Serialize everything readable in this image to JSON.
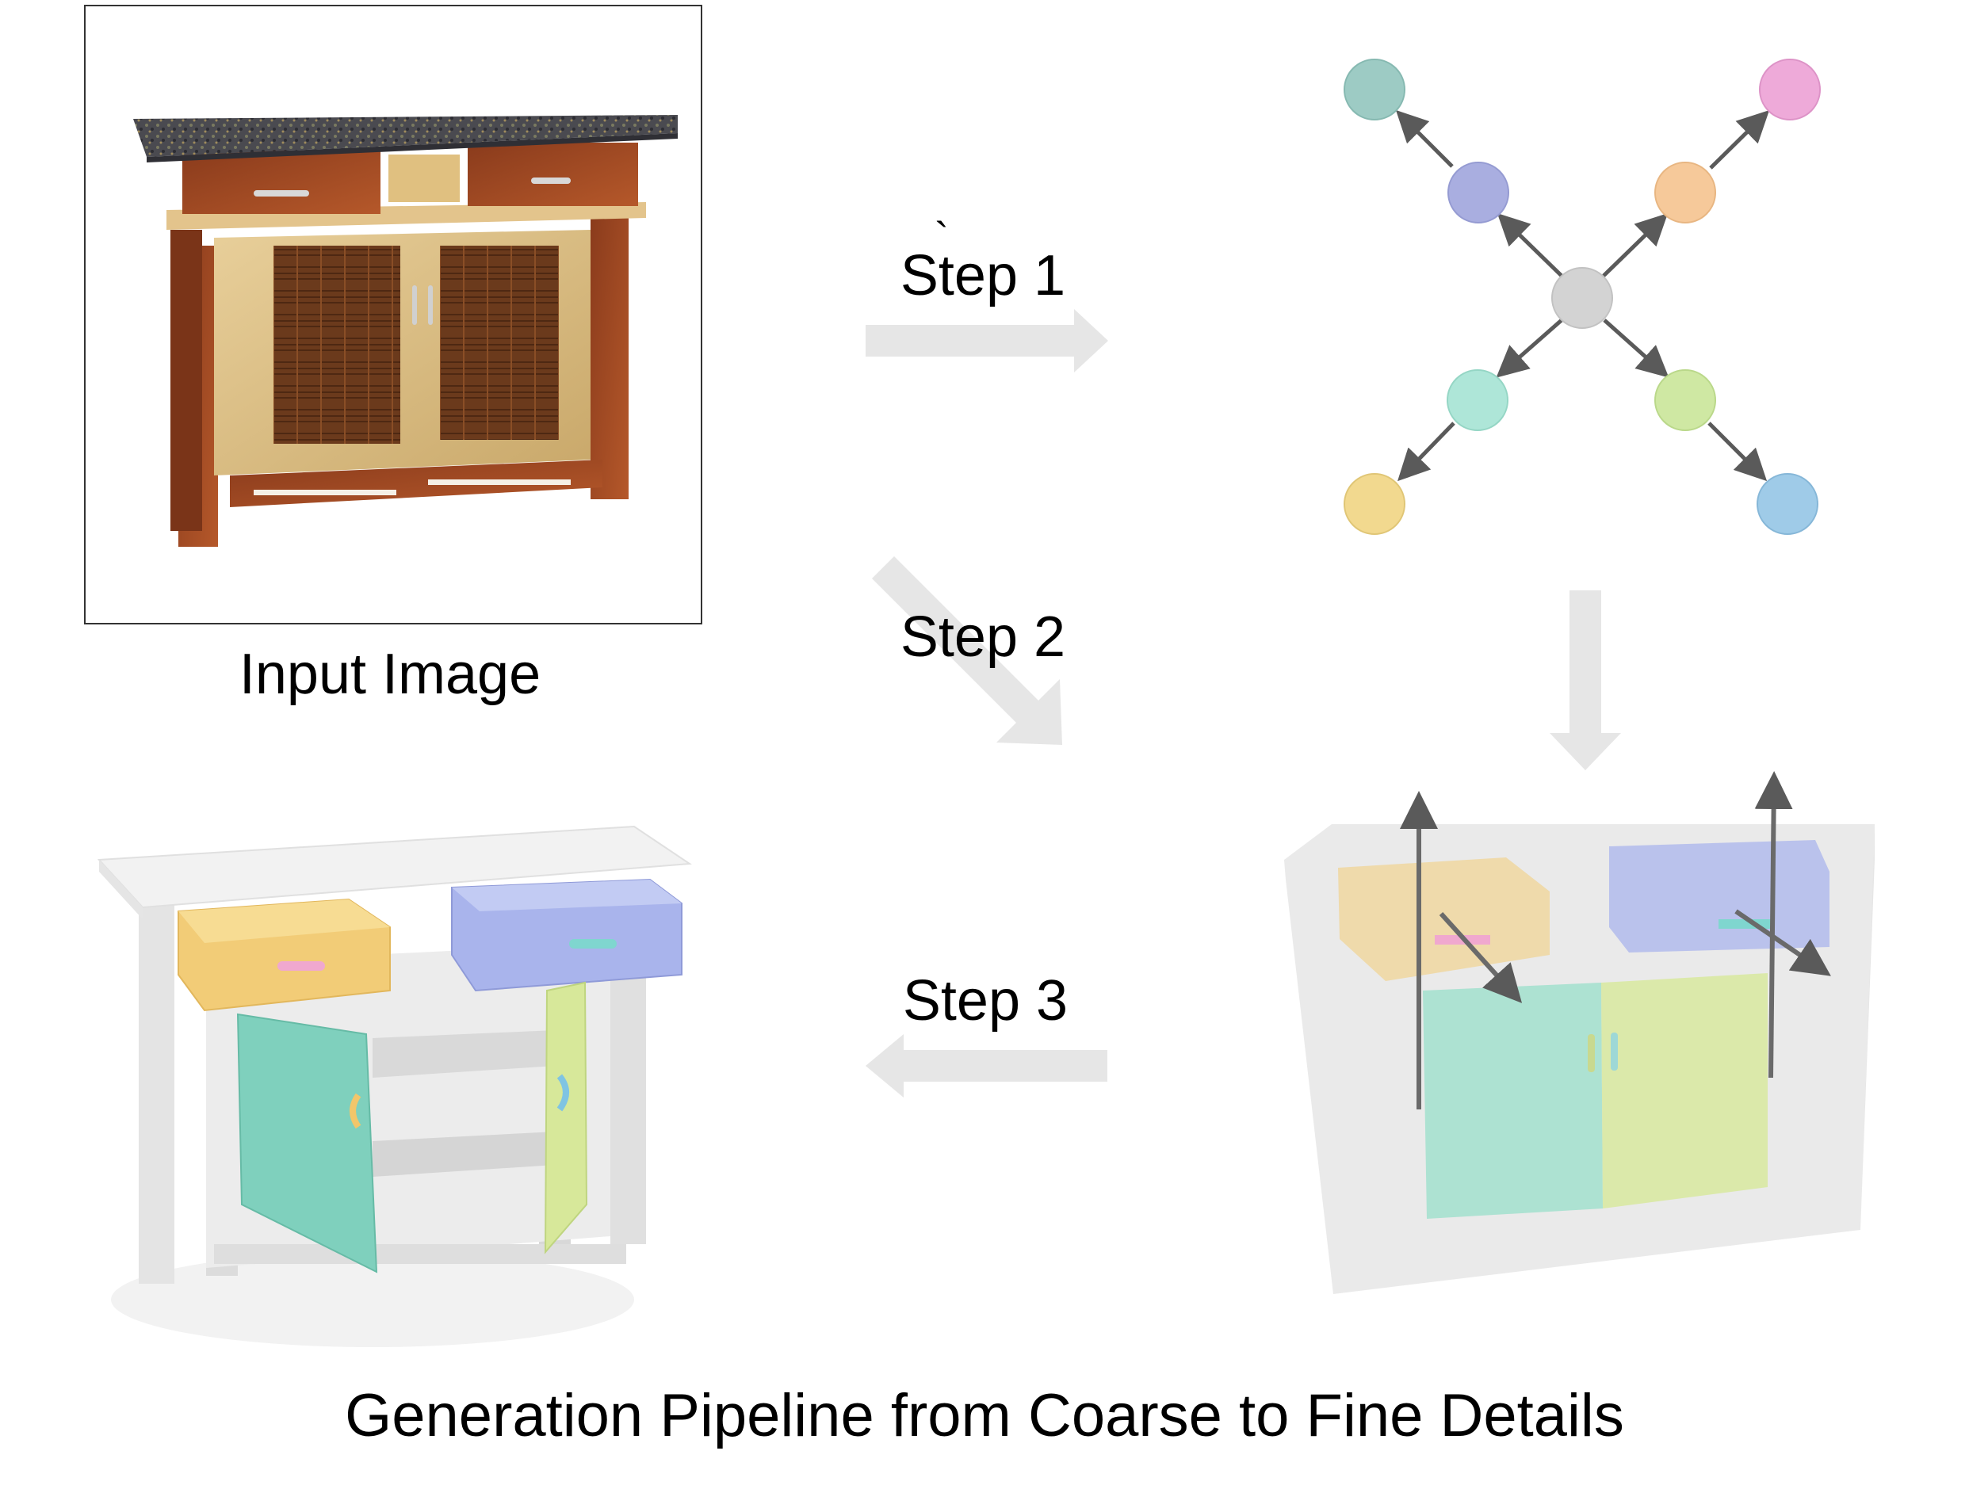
{
  "caption": "Generation Pipeline from Coarse to Fine Details",
  "input_label": "Input Image",
  "steps": [
    {
      "label": "Step 1",
      "accent_mark": "`"
    },
    {
      "label": "Step 2"
    },
    {
      "label": "Step 3"
    }
  ],
  "graph": {
    "center_color": "#d3d3d3",
    "edge_color": "#5a5a5a",
    "branches": [
      {
        "direction": "up-left",
        "colors": [
          "#a9aee0",
          "#9dcbc4"
        ]
      },
      {
        "direction": "up-right",
        "colors": [
          "#f6c99a",
          "#eeaad9"
        ]
      },
      {
        "direction": "down-left",
        "colors": [
          "#aee6d8",
          "#f2d98f"
        ]
      },
      {
        "direction": "down-right",
        "colors": [
          "#cfe8a3",
          "#9fcbe8"
        ]
      }
    ]
  },
  "part_colors": {
    "drawer_left": "#f2cc77",
    "drawer_right": "#a9b4ec",
    "door_left": "#7fd0bd",
    "door_right": "#d7e89a",
    "handle_left_drawer": "#f0a8cf",
    "handle_right_drawer": "#7fd6cf",
    "arrow_light": "#e6e6e6"
  }
}
